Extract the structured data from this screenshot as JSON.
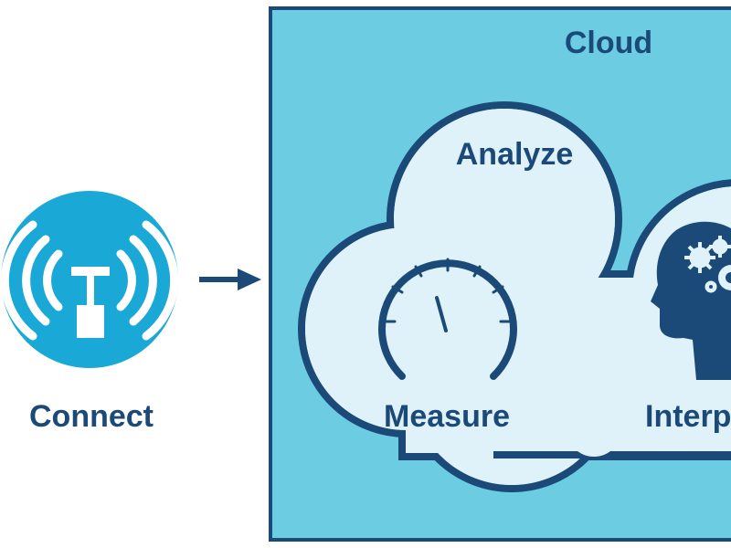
{
  "connect": {
    "label": "Connect",
    "icon": "antenna-icon"
  },
  "cloud": {
    "title": "Cloud",
    "analyze_label": "Analyze",
    "measure_label": "Measure",
    "interpret_label": "Interp",
    "measure_icon": "gauge-icon",
    "interpret_icon": "head-gears-icon"
  },
  "colors": {
    "navy": "#1c4a78",
    "cyan": "#1aa9d6",
    "cloud_box": "#6ccde2",
    "cloud_fill": "#dff1f9"
  }
}
